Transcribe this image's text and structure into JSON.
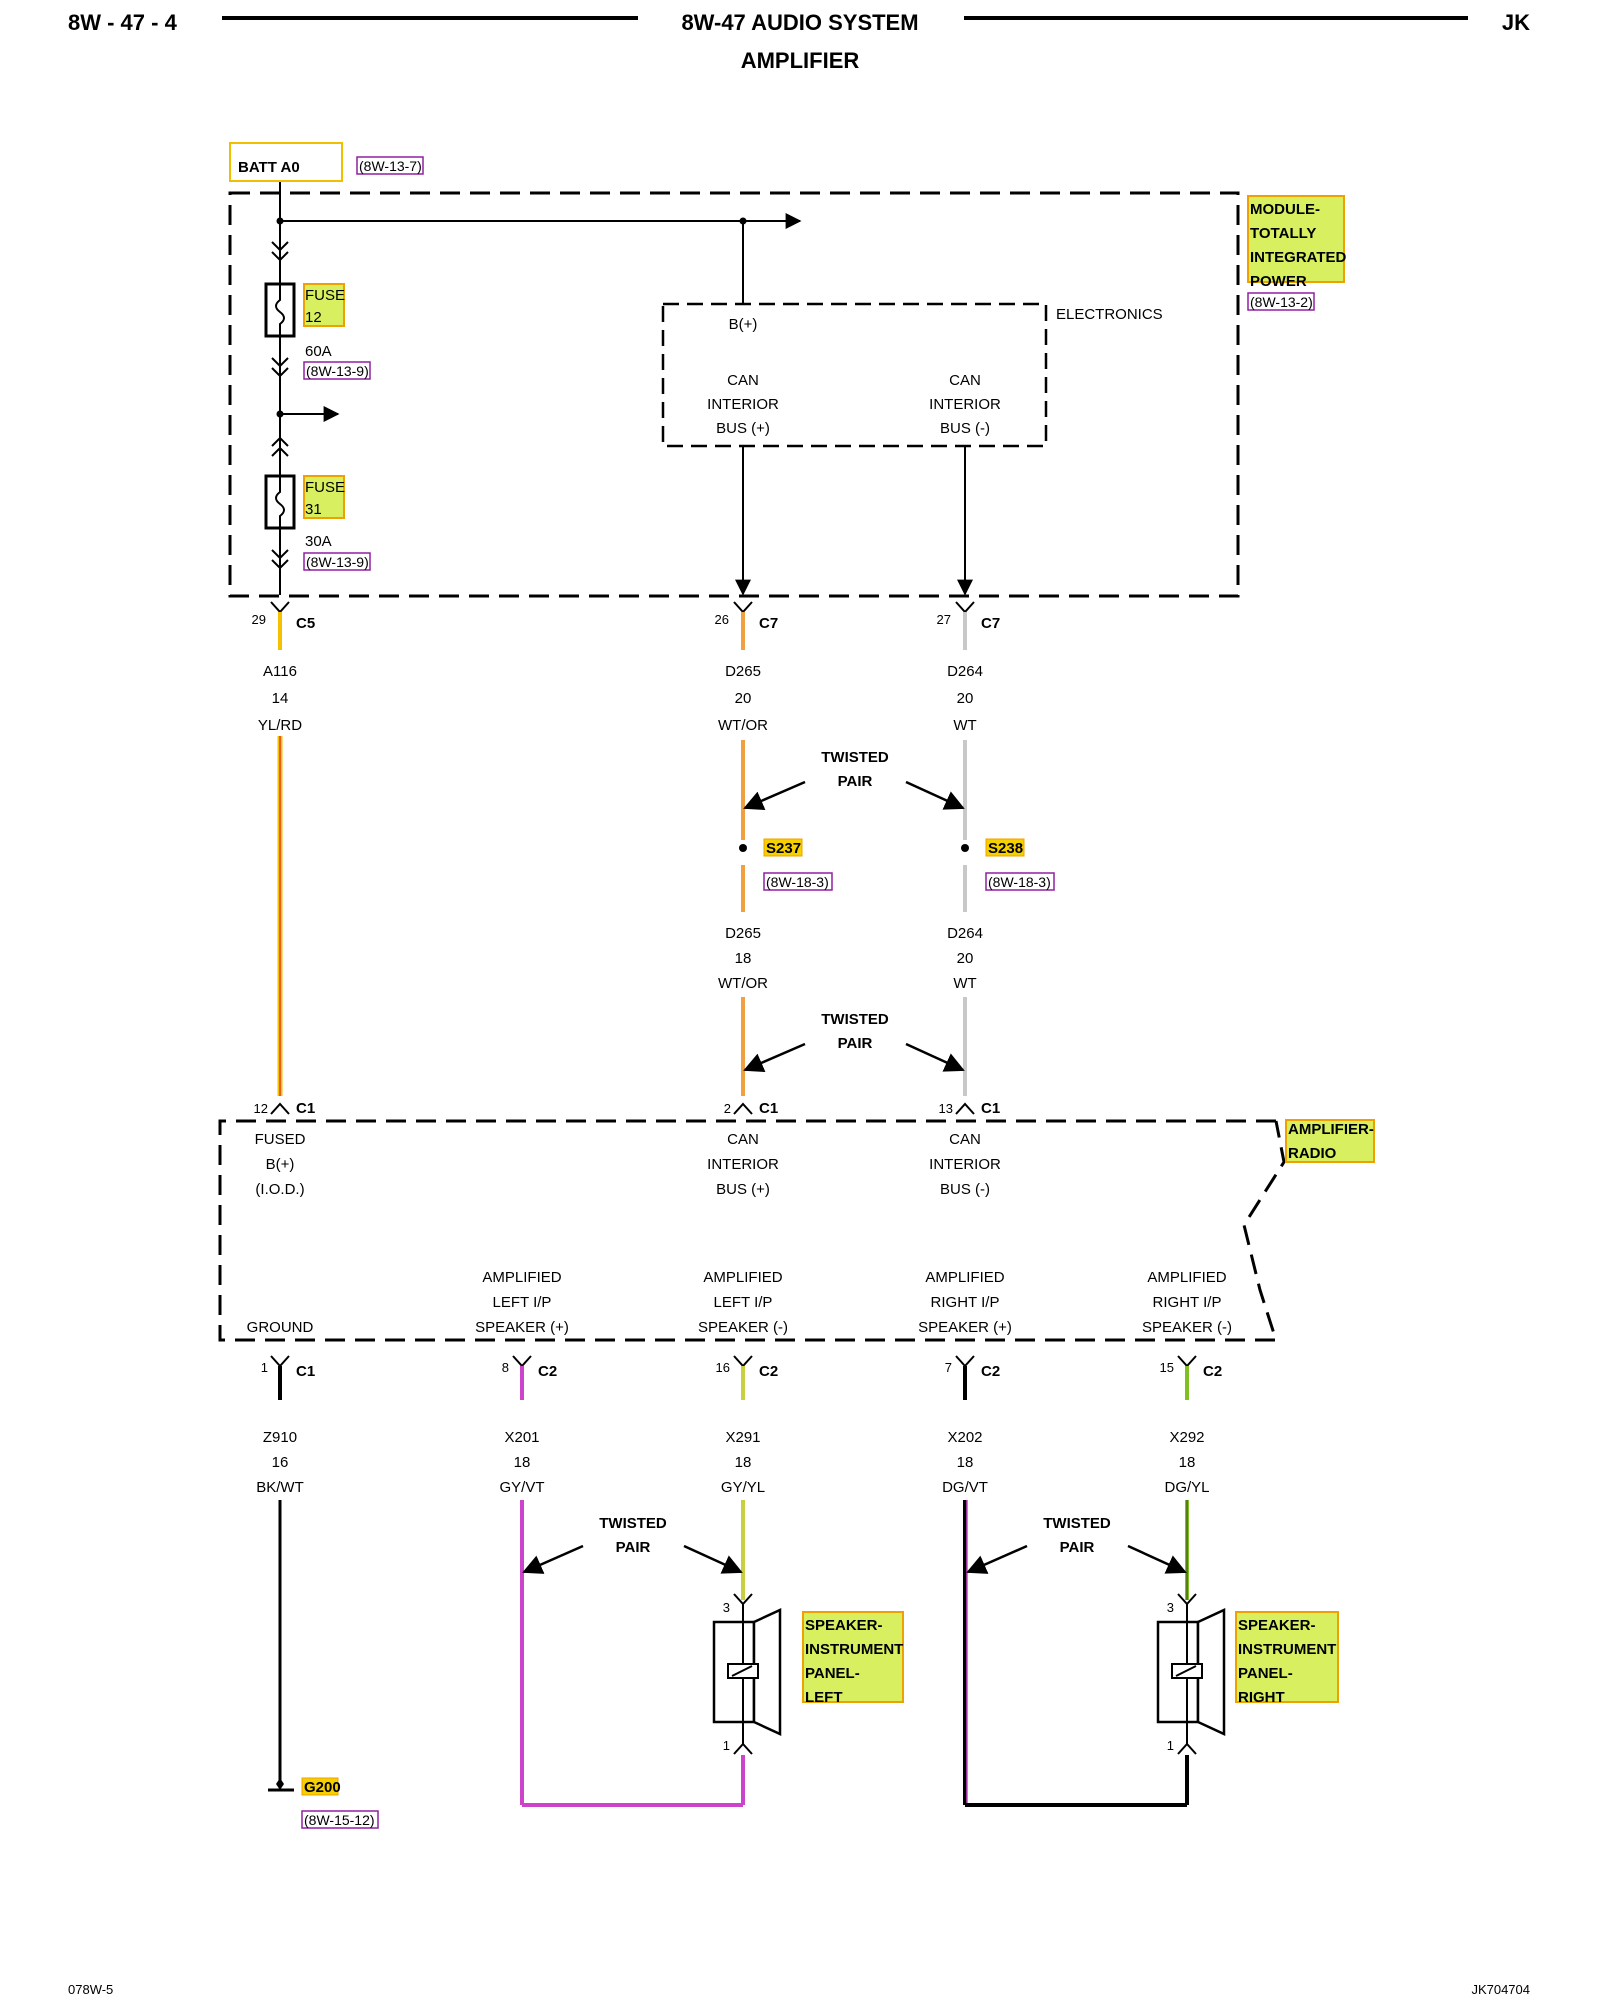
{
  "header": {
    "page_no": "8W - 47 - 4",
    "title": "8W-47 AUDIO SYSTEM",
    "subtitle": "AMPLIFIER",
    "model": "JK"
  },
  "footer": {
    "left": "078W-5",
    "right": "JK704704"
  },
  "colors": {
    "yl_rd": "#f5c000",
    "rd": "#e02020",
    "wt_or": "#f0a040",
    "wt": "#c8c8c8",
    "gy_vt": "#cc44cc",
    "gy_yl": "#c8d040",
    "dg_vt": "#404040",
    "dg_yl": "#80c020",
    "highlight_green": "#d8f060",
    "highlight_border": "#f0a000",
    "ref_border": "#9020a0"
  },
  "batt": {
    "label": "BATT A0",
    "ref": "(8W-13-7)"
  },
  "module_tipm": {
    "name_lines": [
      "MODULE-",
      "TOTALLY",
      "INTEGRATED",
      "POWER"
    ],
    "ref": "(8W-13-2)"
  },
  "fuse12": {
    "name": "FUSE",
    "num": "12",
    "rating": "60A",
    "ref": "(8W-13-9)"
  },
  "fuse31": {
    "name": "FUSE",
    "num": "31",
    "rating": "30A",
    "ref": "(8W-13-9)"
  },
  "electronics": {
    "label": "ELECTRONICS",
    "bplus": "B(+)",
    "can_plus": [
      "CAN",
      "INTERIOR",
      "BUS (+)"
    ],
    "can_minus": [
      "CAN",
      "INTERIOR",
      "BUS (-)"
    ]
  },
  "tipm_pins": [
    {
      "pin": "29",
      "conn": "C5"
    },
    {
      "pin": "26",
      "conn": "C7"
    },
    {
      "pin": "27",
      "conn": "C7"
    }
  ],
  "wires_top": [
    {
      "circuit": "A116",
      "gauge": "14",
      "color": "YL/RD"
    },
    {
      "circuit": "D265",
      "gauge": "20",
      "color": "WT/OR"
    },
    {
      "circuit": "D264",
      "gauge": "20",
      "color": "WT"
    }
  ],
  "twisted_pair": {
    "line1": "TWISTED",
    "line2": "PAIR"
  },
  "splices": [
    {
      "name": "S237",
      "ref": "(8W-18-3)"
    },
    {
      "name": "S238",
      "ref": "(8W-18-3)"
    }
  ],
  "wires_mid": [
    {
      "circuit": "D265",
      "gauge": "18",
      "color": "WT/OR"
    },
    {
      "circuit": "D264",
      "gauge": "20",
      "color": "WT"
    }
  ],
  "amp_pins_top": [
    {
      "pin": "12",
      "conn": "C1"
    },
    {
      "pin": "2",
      "conn": "C1"
    },
    {
      "pin": "13",
      "conn": "C1"
    }
  ],
  "amplifier": {
    "name_lines": [
      "AMPLIFIER-",
      "RADIO"
    ],
    "fused": [
      "FUSED",
      "B(+)",
      "(I.O.D.)"
    ],
    "can_plus": [
      "CAN",
      "INTERIOR",
      "BUS (+)"
    ],
    "can_minus": [
      "CAN",
      "INTERIOR",
      "BUS (-)"
    ],
    "ground": "GROUND",
    "outputs": [
      [
        "AMPLIFIED",
        "LEFT I/P",
        "SPEAKER (+)"
      ],
      [
        "AMPLIFIED",
        "LEFT I/P",
        "SPEAKER (-)"
      ],
      [
        "AMPLIFIED",
        "RIGHT I/P",
        "SPEAKER (+)"
      ],
      [
        "AMPLIFIED",
        "RIGHT I/P",
        "SPEAKER (-)"
      ]
    ]
  },
  "amp_pins_bottom": [
    {
      "pin": "1",
      "conn": "C1"
    },
    {
      "pin": "8",
      "conn": "C2"
    },
    {
      "pin": "16",
      "conn": "C2"
    },
    {
      "pin": "7",
      "conn": "C2"
    },
    {
      "pin": "15",
      "conn": "C2"
    }
  ],
  "wires_bottom": [
    {
      "circuit": "Z910",
      "gauge": "16",
      "color": "BK/WT"
    },
    {
      "circuit": "X201",
      "gauge": "18",
      "color": "GY/VT"
    },
    {
      "circuit": "X291",
      "gauge": "18",
      "color": "GY/YL"
    },
    {
      "circuit": "X202",
      "gauge": "18",
      "color": "DG/VT"
    },
    {
      "circuit": "X292",
      "gauge": "18",
      "color": "DG/YL"
    }
  ],
  "ground": {
    "name": "G200",
    "ref": "(8W-15-12)"
  },
  "speaker_left": {
    "name_lines": [
      "SPEAKER-",
      "INSTRUMENT",
      "PANEL-",
      "LEFT"
    ],
    "pin_top": "3",
    "pin_bottom": "1"
  },
  "speaker_right": {
    "name_lines": [
      "SPEAKER-",
      "INSTRUMENT",
      "PANEL-",
      "RIGHT"
    ],
    "pin_top": "3",
    "pin_bottom": "1"
  }
}
